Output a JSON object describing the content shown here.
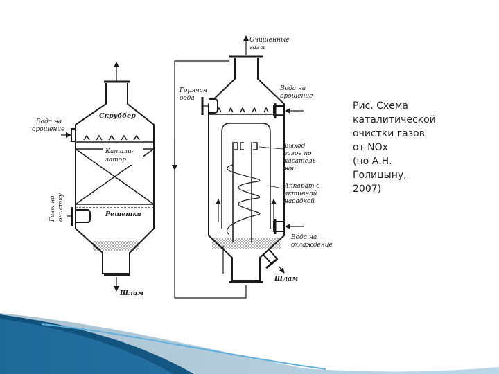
{
  "caption": {
    "lines": [
      "Рис. Схема",
      "каталитической",
      "очистки газов",
      "от NOx",
      "(по А.Н.",
      "Голицыну,",
      "2007)"
    ]
  },
  "diagram": {
    "scrubber": {
      "title": "Скруббер",
      "water_in": [
        "Вода на",
        "орошение"
      ],
      "catalyst": [
        "Катали-",
        "затор"
      ],
      "gas_to_cleaning": [
        "Газы на",
        "очистку"
      ],
      "grid": "Решетка",
      "sludge": "Шлам"
    },
    "apparatus": {
      "clean_gases": [
        "Очищенные",
        "газы"
      ],
      "hot_water": [
        "Горячая",
        "вода"
      ],
      "water_in": [
        "Вода на",
        "орошение"
      ],
      "tangential_outlet": [
        "Выход",
        "газов по",
        "касатель-",
        "ной"
      ],
      "packing": [
        "Аппарат с",
        "активной",
        "насадкой"
      ],
      "cooling_water": [
        "Вода на",
        "охлаждение"
      ],
      "sludge": "Шлам"
    }
  },
  "colors": {
    "line": "#1a1a1a",
    "accent_dark": "#0f4f7a",
    "accent_light": "#3a8fc0"
  }
}
